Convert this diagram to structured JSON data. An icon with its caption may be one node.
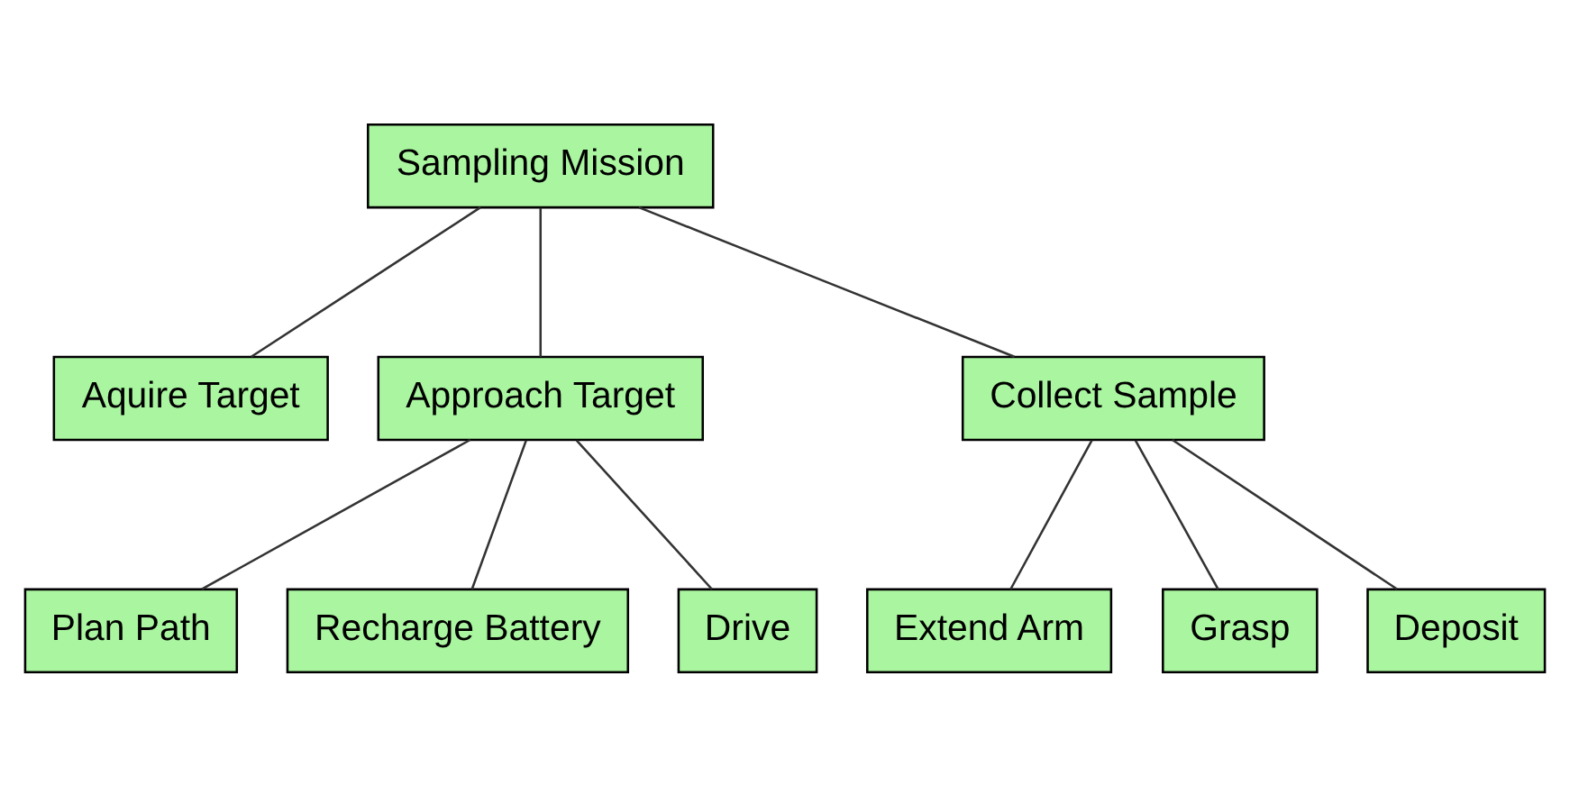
{
  "diagram": {
    "nodes": [
      {
        "text": [
          "Sampling Mission"
        ]
      },
      {
        "text": [
          "Aquire Target"
        ]
      },
      {
        "text": [
          "Approach Target"
        ]
      },
      {
        "text": [
          "Collect Sample"
        ]
      },
      {
        "text": [
          "Plan Path"
        ]
      },
      {
        "text": [
          "Recharge Battery"
        ]
      },
      {
        "text": [
          "Drive"
        ]
      },
      {
        "text": [
          "Extend Arm"
        ]
      },
      {
        "text": [
          "Grasp"
        ]
      },
      {
        "text": [
          "Deposit"
        ]
      }
    ],
    "edges": [
      {
        "from": 0,
        "to": 1,
        "arrow": "none"
      },
      {
        "from": 0,
        "to": 2,
        "arrow": "none"
      },
      {
        "from": 0,
        "to": 3,
        "arrow": "none"
      },
      {
        "from": 2,
        "to": 4,
        "arrow": "none"
      },
      {
        "from": 2,
        "to": 5,
        "arrow": "none"
      },
      {
        "from": 2,
        "to": 6,
        "arrow": "none"
      },
      {
        "from": 3,
        "to": 7,
        "arrow": "none"
      },
      {
        "from": 3,
        "to": 8,
        "arrow": "none"
      },
      {
        "from": 3,
        "to": 9,
        "arrow": "none"
      }
    ]
  }
}
